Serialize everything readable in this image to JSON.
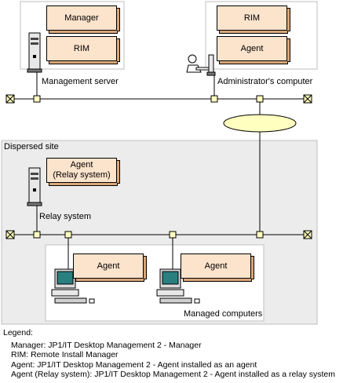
{
  "management_server": {
    "apps": [
      "Manager",
      "RIM"
    ],
    "label": "Management server"
  },
  "admin_computer": {
    "apps": [
      "RIM",
      "Agent"
    ],
    "label": "Administrator's computer"
  },
  "dispersed_site": {
    "label": "Dispersed site",
    "relay": {
      "app": "Agent\n(Relay system)",
      "label": "Relay system"
    },
    "managed": {
      "apps": [
        "Agent",
        "Agent"
      ],
      "label": "Managed computers"
    }
  },
  "legend": {
    "title": "Legend:",
    "items": [
      "Manager: JP1/IT Desktop Management 2 - Manager",
      "RIM: Remote Install Manager",
      "Agent: JP1/IT Desktop Management 2 - Agent installed as an agent",
      "Agent (Relay system): JP1/IT Desktop Management 2 - Agent installed as a relay system"
    ]
  },
  "colors": {
    "app_box_fill": "#fbe3cc",
    "app_box_side": "#d9a77a",
    "site_fill": "#ececec",
    "wan_fill": "#ffffc0",
    "node_fill": "#ffffc0"
  }
}
